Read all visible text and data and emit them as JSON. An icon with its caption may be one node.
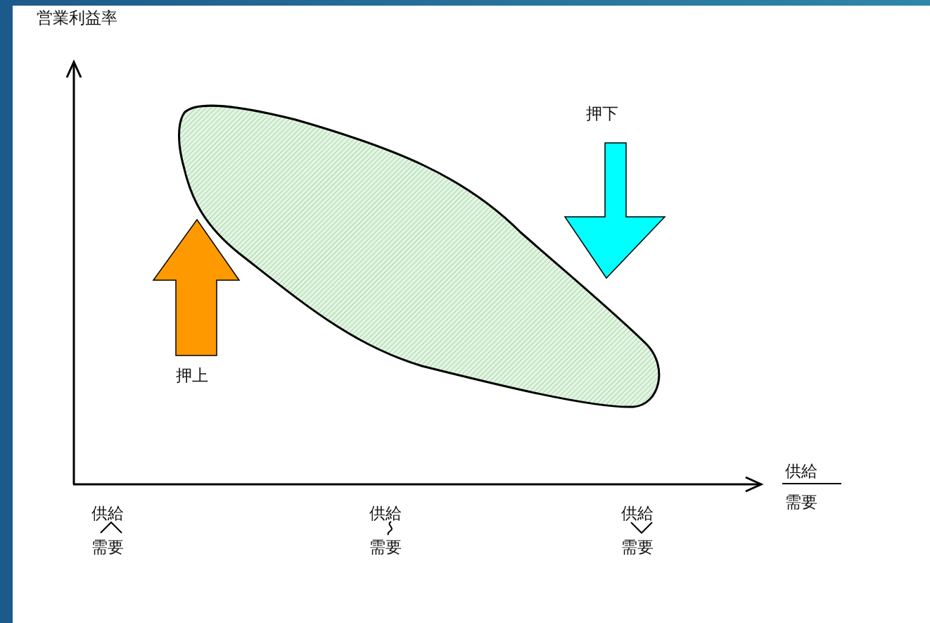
{
  "diagram": {
    "labels": [
      "営業利益率",
      "押下",
      "押上",
      "供給",
      "需要",
      "供給",
      "需要",
      "供給",
      "需要",
      "供給",
      "需要"
    ]
  }
}
